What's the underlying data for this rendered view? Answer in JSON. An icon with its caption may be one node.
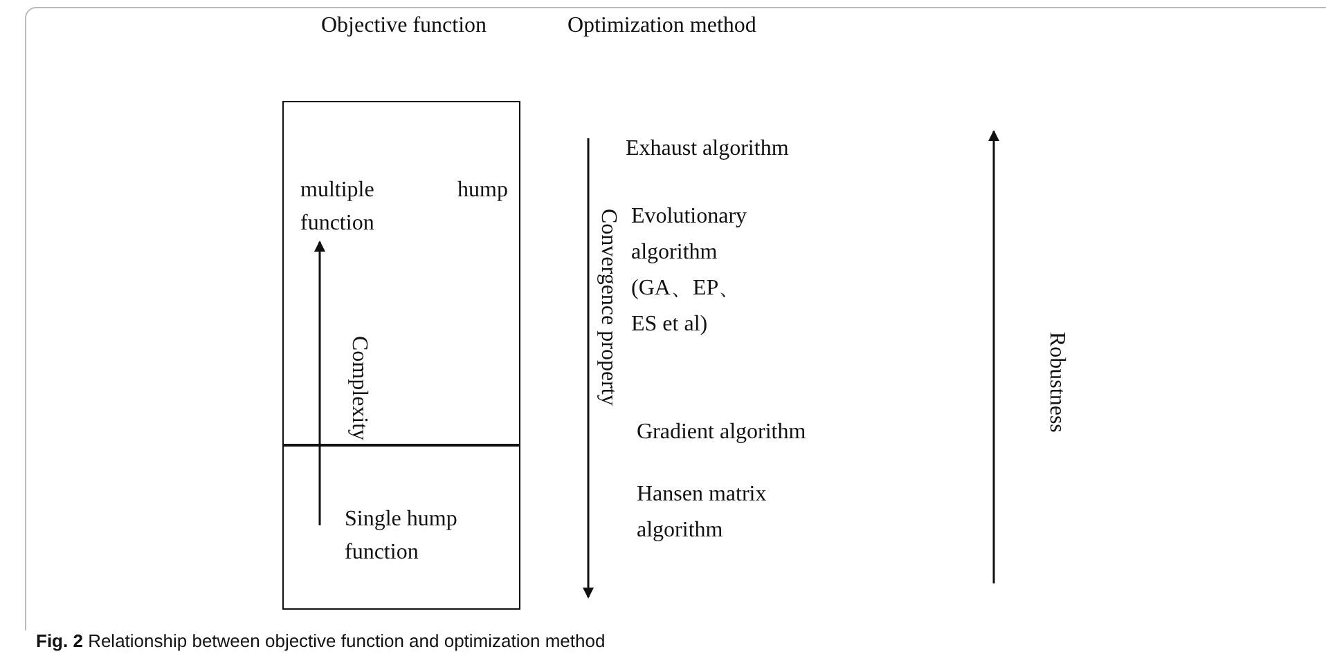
{
  "diagram": {
    "caption": "**Fig. 2** Relationship between objective function and optimization method",
    "nodes": [
      {
        "text": [
          "multiple hump function"
        ]
      },
      {
        "text": [
          "Single hump function"
        ]
      }
    ],
    "edges": [
      {
        "from": 1,
        "to": 0,
        "arrow": "to",
        "label": "Complexity"
      }
    ],
    "labels": [
      "Objective function",
      "Optimization method",
      "Exhaust algorithm",
      "Evolutionary algorithm (GA、EP、ES et al)",
      "Convergence property",
      "Robustness",
      "Gradient algorithm",
      "Hansen matrix algorithm"
    ]
  }
}
